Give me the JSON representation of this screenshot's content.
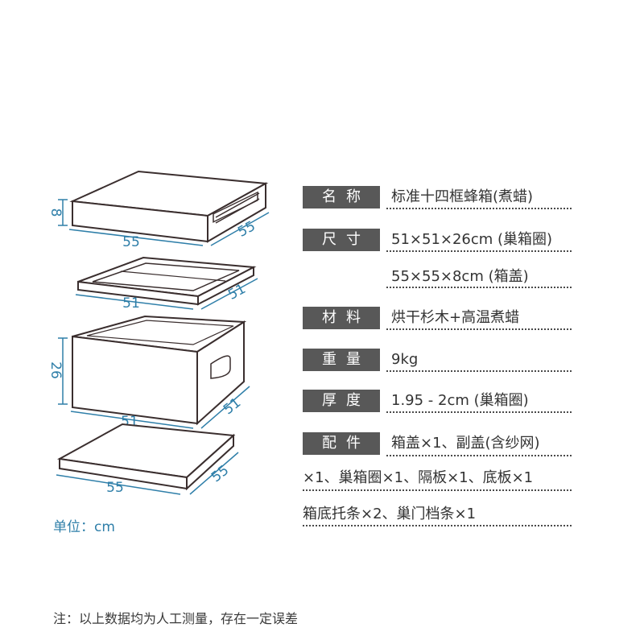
{
  "diagram": {
    "lid": {
      "height": "8",
      "width": "55",
      "depth": "55"
    },
    "frame": {
      "width": "51",
      "depth": "51"
    },
    "body": {
      "height": "26",
      "width": "51",
      "depth": "51"
    },
    "bottom": {
      "width": "55",
      "depth": "55"
    }
  },
  "unit_label": "单位：cm",
  "specs": [
    {
      "label": "名称",
      "value": "标准十四框蜂箱(煮蜡)"
    },
    {
      "label": "尺寸",
      "value": "51×51×26cm (巢箱圈)",
      "value2": "55×55×8cm (箱盖)"
    },
    {
      "label": "材料",
      "value": "烘干杉木+高温煮蜡"
    },
    {
      "label": "重量",
      "value": "9kg"
    },
    {
      "label": "厚度",
      "value": "1.95 - 2cm (巢箱圈)"
    },
    {
      "label": "配件",
      "value": "箱盖×1、副盖(含纱网)",
      "value2": "×1、巢箱圈×1、隔板×1、底板×1",
      "value3": "箱底托条×2、巢门档条×1"
    }
  ],
  "footnote": "注：以上数据均为人工测量，存在一定误差"
}
